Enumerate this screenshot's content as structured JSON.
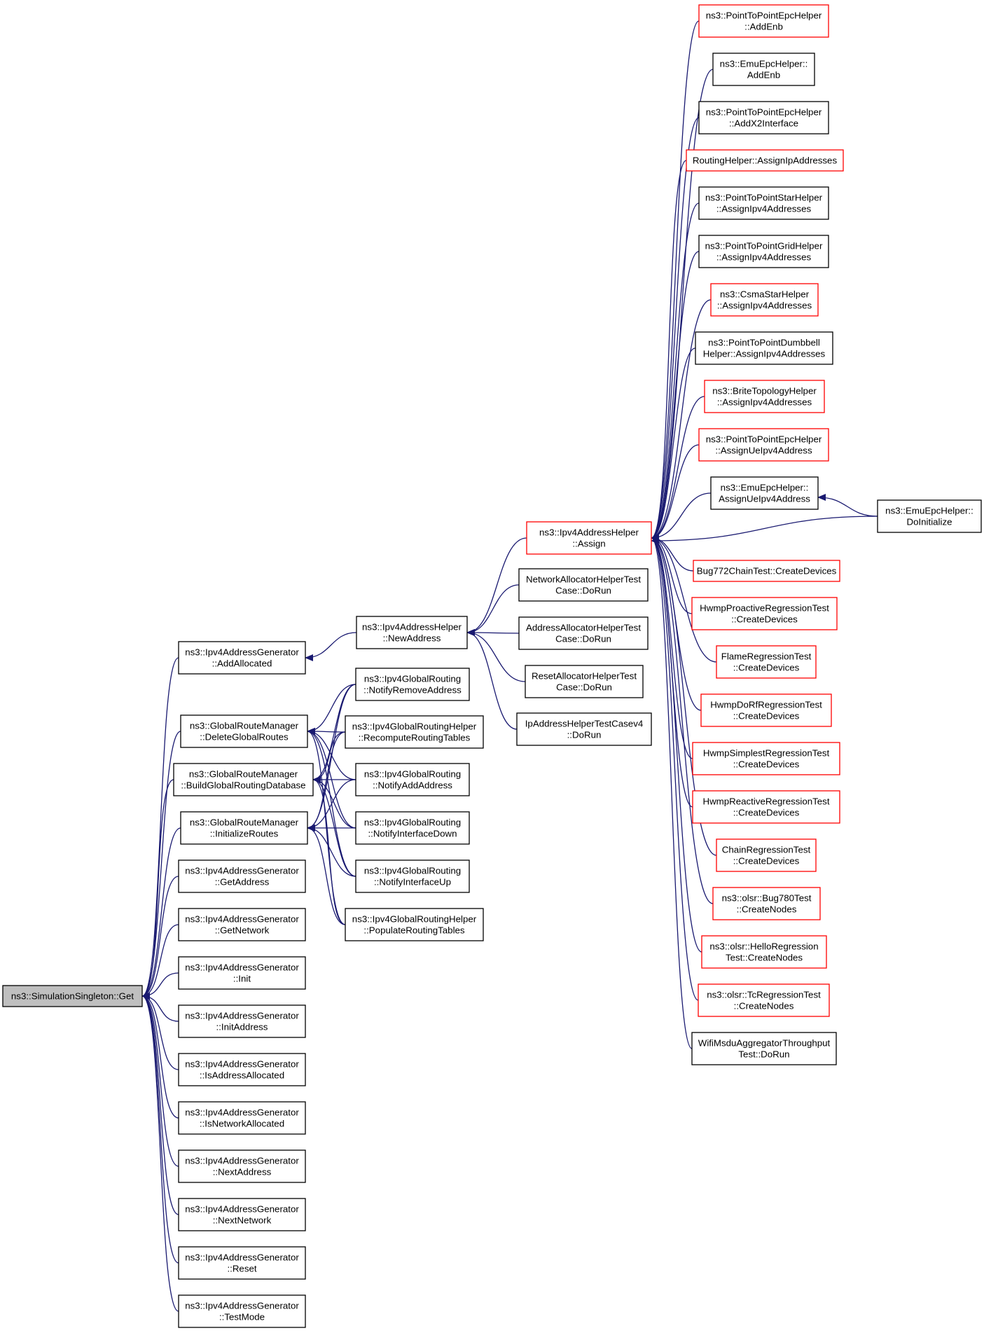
{
  "colors": {
    "edge": "#191970",
    "border_black": "#000000",
    "border_red": "#ff0000",
    "root_fill": "#bfbfbf",
    "node_fill": "#ffffff"
  },
  "nodes": [
    {
      "id": "root",
      "lines": [
        "ns3::SimulationSingleton::Get"
      ],
      "border": "black",
      "root": true
    },
    {
      "id": "gen_addalloc",
      "lines": [
        "ns3::Ipv4AddressGenerator",
        "::AddAllocated"
      ],
      "border": "black"
    },
    {
      "id": "grm_delete",
      "lines": [
        "ns3::GlobalRouteManager",
        "::DeleteGlobalRoutes"
      ],
      "border": "black"
    },
    {
      "id": "grm_build",
      "lines": [
        "ns3::GlobalRouteManager",
        "::BuildGlobalRoutingDatabase"
      ],
      "border": "black"
    },
    {
      "id": "grm_init",
      "lines": [
        "ns3::GlobalRouteManager",
        "::InitializeRoutes"
      ],
      "border": "black"
    },
    {
      "id": "gen_getaddr",
      "lines": [
        "ns3::Ipv4AddressGenerator",
        "::GetAddress"
      ],
      "border": "black"
    },
    {
      "id": "gen_getnet",
      "lines": [
        "ns3::Ipv4AddressGenerator",
        "::GetNetwork"
      ],
      "border": "black"
    },
    {
      "id": "gen_init",
      "lines": [
        "ns3::Ipv4AddressGenerator",
        "::Init"
      ],
      "border": "black"
    },
    {
      "id": "gen_initaddr",
      "lines": [
        "ns3::Ipv4AddressGenerator",
        "::InitAddress"
      ],
      "border": "black"
    },
    {
      "id": "gen_isaddr",
      "lines": [
        "ns3::Ipv4AddressGenerator",
        "::IsAddressAllocated"
      ],
      "border": "black"
    },
    {
      "id": "gen_isnet",
      "lines": [
        "ns3::Ipv4AddressGenerator",
        "::IsNetworkAllocated"
      ],
      "border": "black"
    },
    {
      "id": "gen_nextaddr",
      "lines": [
        "ns3::Ipv4AddressGenerator",
        "::NextAddress"
      ],
      "border": "black"
    },
    {
      "id": "gen_nextnet",
      "lines": [
        "ns3::Ipv4AddressGenerator",
        "::NextNetwork"
      ],
      "border": "black"
    },
    {
      "id": "gen_reset",
      "lines": [
        "ns3::Ipv4AddressGenerator",
        "::Reset"
      ],
      "border": "black"
    },
    {
      "id": "gen_testmode",
      "lines": [
        "ns3::Ipv4AddressGenerator",
        "::TestMode"
      ],
      "border": "black"
    },
    {
      "id": "helper_newaddr",
      "lines": [
        "ns3::Ipv4AddressHelper",
        "::NewAddress"
      ],
      "border": "black"
    },
    {
      "id": "gr_notifyremove",
      "lines": [
        "ns3::Ipv4GlobalRouting",
        "::NotifyRemoveAddress"
      ],
      "border": "black"
    },
    {
      "id": "grh_recompute",
      "lines": [
        "ns3::Ipv4GlobalRoutingHelper",
        "::RecomputeRoutingTables"
      ],
      "border": "black"
    },
    {
      "id": "gr_notifyadd",
      "lines": [
        "ns3::Ipv4GlobalRouting",
        "::NotifyAddAddress"
      ],
      "border": "black"
    },
    {
      "id": "gr_ifdown",
      "lines": [
        "ns3::Ipv4GlobalRouting",
        "::NotifyInterfaceDown"
      ],
      "border": "black"
    },
    {
      "id": "gr_ifup",
      "lines": [
        "ns3::Ipv4GlobalRouting",
        "::NotifyInterfaceUp"
      ],
      "border": "black"
    },
    {
      "id": "grh_populate",
      "lines": [
        "ns3::Ipv4GlobalRoutingHelper",
        "::PopulateRoutingTables"
      ],
      "border": "black"
    },
    {
      "id": "helper_assign",
      "lines": [
        "ns3::Ipv4AddressHelper",
        "::Assign"
      ],
      "border": "red"
    },
    {
      "id": "nah_test",
      "lines": [
        "NetworkAllocatorHelperTest",
        "Case::DoRun"
      ],
      "border": "black"
    },
    {
      "id": "aah_test",
      "lines": [
        "AddressAllocatorHelperTest",
        "Case::DoRun"
      ],
      "border": "black"
    },
    {
      "id": "rah_test",
      "lines": [
        "ResetAllocatorHelperTest",
        "Case::DoRun"
      ],
      "border": "black"
    },
    {
      "id": "iph_test",
      "lines": [
        "IpAddressHelperTestCasev4",
        "::DoRun"
      ],
      "border": "black"
    },
    {
      "id": "p2pepc_addenb",
      "lines": [
        "ns3::PointToPointEpcHelper",
        "::AddEnb"
      ],
      "border": "red"
    },
    {
      "id": "emu_addenb",
      "lines": [
        "ns3::EmuEpcHelper::",
        "AddEnb"
      ],
      "border": "black"
    },
    {
      "id": "p2pepc_addx2",
      "lines": [
        "ns3::PointToPointEpcHelper",
        "::AddX2Interface"
      ],
      "border": "black"
    },
    {
      "id": "routing_assignip",
      "lines": [
        "RoutingHelper::AssignIpAddresses"
      ],
      "border": "red"
    },
    {
      "id": "p2pstar_assign",
      "lines": [
        "ns3::PointToPointStarHelper",
        "::AssignIpv4Addresses"
      ],
      "border": "black"
    },
    {
      "id": "p2pgrid_assign",
      "lines": [
        "ns3::PointToPointGridHelper",
        "::AssignIpv4Addresses"
      ],
      "border": "black"
    },
    {
      "id": "csmastar_assign",
      "lines": [
        "ns3::CsmaStarHelper",
        "::AssignIpv4Addresses"
      ],
      "border": "red"
    },
    {
      "id": "p2pdumb_assign",
      "lines": [
        "ns3::PointToPointDumbbell",
        "Helper::AssignIpv4Addresses"
      ],
      "border": "black"
    },
    {
      "id": "brite_assign",
      "lines": [
        "ns3::BriteTopologyHelper",
        "::AssignIpv4Addresses"
      ],
      "border": "red"
    },
    {
      "id": "p2pepc_assignue",
      "lines": [
        "ns3::PointToPointEpcHelper",
        "::AssignUeIpv4Address"
      ],
      "border": "red"
    },
    {
      "id": "emu_assignue",
      "lines": [
        "ns3::EmuEpcHelper::",
        "AssignUeIpv4Address"
      ],
      "border": "black"
    },
    {
      "id": "emu_doinit",
      "lines": [
        "ns3::EmuEpcHelper::",
        "DoInitialize"
      ],
      "border": "black"
    },
    {
      "id": "bug772",
      "lines": [
        "Bug772ChainTest::CreateDevices"
      ],
      "border": "red"
    },
    {
      "id": "hwmp_proactive",
      "lines": [
        "HwmpProactiveRegressionTest",
        "::CreateDevices"
      ],
      "border": "red"
    },
    {
      "id": "flame_reg",
      "lines": [
        "FlameRegressionTest",
        "::CreateDevices"
      ],
      "border": "red"
    },
    {
      "id": "hwmp_dorf",
      "lines": [
        "HwmpDoRfRegressionTest",
        "::CreateDevices"
      ],
      "border": "red"
    },
    {
      "id": "hwmp_simplest",
      "lines": [
        "HwmpSimplestRegressionTest",
        "::CreateDevices"
      ],
      "border": "red"
    },
    {
      "id": "hwmp_reactive",
      "lines": [
        "HwmpReactiveRegressionTest",
        "::CreateDevices"
      ],
      "border": "red"
    },
    {
      "id": "chain_reg",
      "lines": [
        "ChainRegressionTest",
        "::CreateDevices"
      ],
      "border": "red"
    },
    {
      "id": "olsr_bug780",
      "lines": [
        "ns3::olsr::Bug780Test",
        "::CreateNodes"
      ],
      "border": "red"
    },
    {
      "id": "olsr_hello",
      "lines": [
        "ns3::olsr::HelloRegression",
        "Test::CreateNodes"
      ],
      "border": "red"
    },
    {
      "id": "olsr_tc",
      "lines": [
        "ns3::olsr::TcRegressionTest",
        "::CreateNodes"
      ],
      "border": "red"
    },
    {
      "id": "wifi_msdu",
      "lines": [
        "WifiMsduAggregatorThroughput",
        "Test::DoRun"
      ],
      "border": "black"
    }
  ],
  "edges": [
    [
      "gen_addalloc",
      "root"
    ],
    [
      "grm_delete",
      "root"
    ],
    [
      "grm_build",
      "root"
    ],
    [
      "grm_init",
      "root"
    ],
    [
      "gen_getaddr",
      "root"
    ],
    [
      "gen_getnet",
      "root"
    ],
    [
      "gen_init",
      "root"
    ],
    [
      "gen_initaddr",
      "root"
    ],
    [
      "gen_isaddr",
      "root"
    ],
    [
      "gen_isnet",
      "root"
    ],
    [
      "gen_nextaddr",
      "root"
    ],
    [
      "gen_nextnet",
      "root"
    ],
    [
      "gen_reset",
      "root"
    ],
    [
      "gen_testmode",
      "root"
    ],
    [
      "helper_newaddr",
      "gen_addalloc"
    ],
    [
      "gr_notifyremove",
      "grm_delete"
    ],
    [
      "grh_recompute",
      "grm_delete"
    ],
    [
      "gr_notifyadd",
      "grm_delete"
    ],
    [
      "gr_ifdown",
      "grm_delete"
    ],
    [
      "gr_ifup",
      "grm_delete"
    ],
    [
      "grh_populate",
      "grm_delete"
    ],
    [
      "gr_notifyremove",
      "grm_build"
    ],
    [
      "grh_recompute",
      "grm_build"
    ],
    [
      "gr_notifyadd",
      "grm_build"
    ],
    [
      "gr_ifdown",
      "grm_build"
    ],
    [
      "gr_ifup",
      "grm_build"
    ],
    [
      "grh_populate",
      "grm_build"
    ],
    [
      "gr_notifyremove",
      "grm_init"
    ],
    [
      "grh_recompute",
      "grm_init"
    ],
    [
      "gr_notifyadd",
      "grm_init"
    ],
    [
      "gr_ifdown",
      "grm_init"
    ],
    [
      "gr_ifup",
      "grm_init"
    ],
    [
      "grh_populate",
      "grm_init"
    ],
    [
      "helper_assign",
      "helper_newaddr"
    ],
    [
      "nah_test",
      "helper_newaddr"
    ],
    [
      "aah_test",
      "helper_newaddr"
    ],
    [
      "rah_test",
      "helper_newaddr"
    ],
    [
      "iph_test",
      "helper_newaddr"
    ],
    [
      "p2pepc_addenb",
      "helper_assign"
    ],
    [
      "emu_addenb",
      "helper_assign"
    ],
    [
      "p2pepc_addx2",
      "helper_assign"
    ],
    [
      "routing_assignip",
      "helper_assign"
    ],
    [
      "p2pstar_assign",
      "helper_assign"
    ],
    [
      "p2pgrid_assign",
      "helper_assign"
    ],
    [
      "csmastar_assign",
      "helper_assign"
    ],
    [
      "p2pdumb_assign",
      "helper_assign"
    ],
    [
      "brite_assign",
      "helper_assign"
    ],
    [
      "p2pepc_assignue",
      "helper_assign"
    ],
    [
      "emu_assignue",
      "helper_assign"
    ],
    [
      "emu_doinit",
      "helper_assign"
    ],
    [
      "emu_doinit",
      "emu_assignue"
    ],
    [
      "bug772",
      "helper_assign"
    ],
    [
      "hwmp_proactive",
      "helper_assign"
    ],
    [
      "flame_reg",
      "helper_assign"
    ],
    [
      "hwmp_dorf",
      "helper_assign"
    ],
    [
      "hwmp_simplest",
      "helper_assign"
    ],
    [
      "hwmp_reactive",
      "helper_assign"
    ],
    [
      "chain_reg",
      "helper_assign"
    ],
    [
      "olsr_bug780",
      "helper_assign"
    ],
    [
      "olsr_hello",
      "helper_assign"
    ],
    [
      "olsr_tc",
      "helper_assign"
    ],
    [
      "wifi_msdu",
      "helper_assign"
    ]
  ]
}
